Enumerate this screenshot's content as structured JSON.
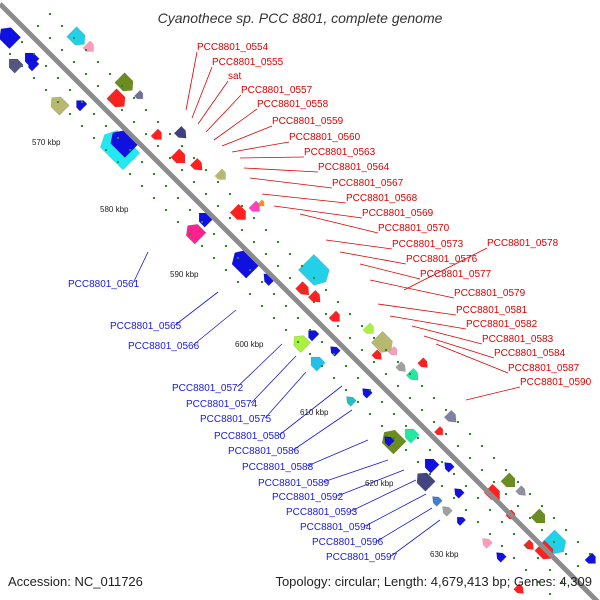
{
  "title": "Cyanothece sp. PCC 8801, complete genome",
  "footer": {
    "accession": "Accession: NC_011726",
    "topology": "Topology: circular; Length: 4,679,413 bp; Genes: 4,309"
  },
  "colors": {
    "backbone": "#8c8c8c",
    "forward_label": "#e00000",
    "reverse_label": "#1a1adb",
    "tick": "#2a8a2a"
  },
  "scale_ticks": [
    "570 kbp",
    "580 kbp",
    "590 kbp",
    "600 kbp",
    "610 kbp",
    "620 kbp",
    "630 kbp"
  ],
  "forward_genes": [
    "PCC8801_0554",
    "PCC8801_0555",
    "sat",
    "PCC8801_0557",
    "PCC8801_0558",
    "PCC8801_0559",
    "PCC8801_0560",
    "PCC8801_0563",
    "PCC8801_0564",
    "PCC8801_0567",
    "PCC8801_0568",
    "PCC8801_0569",
    "PCC8801_0570",
    "PCC8801_0573",
    "PCC8801_0578",
    "PCC8801_0576",
    "PCC8801_0577",
    "PCC8801_0579",
    "PCC8801_0581",
    "PCC8801_0582",
    "PCC8801_0583",
    "PCC8801_0584",
    "PCC8801_0587",
    "PCC8801_0590"
  ],
  "reverse_genes": [
    "PCC8801_0561",
    "PCC8801_0565",
    "PCC8801_0566",
    "PCC8801_0572",
    "PCC8801_0574",
    "PCC8801_0575",
    "PCC8801_0580",
    "PCC8801_0586",
    "PCC8801_0588",
    "PCC8801_0589",
    "PCC8801_0592",
    "PCC8801_0593",
    "PCC8801_0594",
    "PCC8801_0596",
    "PCC8801_0597"
  ]
}
